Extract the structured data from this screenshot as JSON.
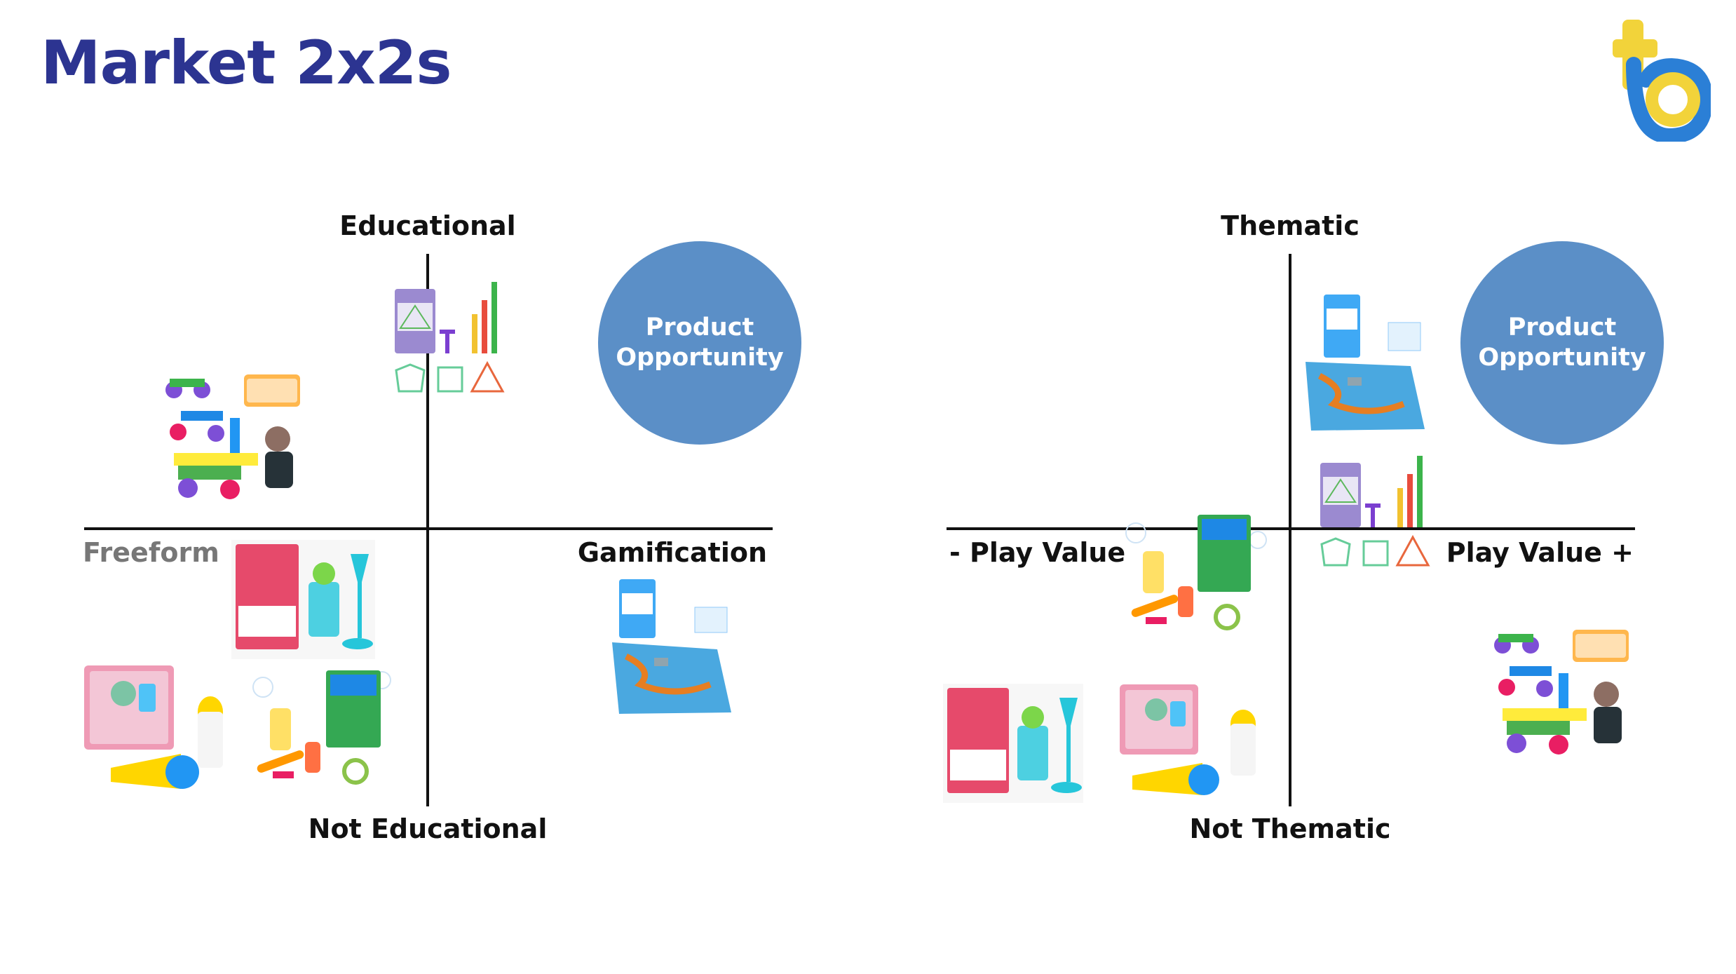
{
  "slide": {
    "title": "Market 2x2s",
    "colors": {
      "title": "#2c3491",
      "bubble": "#5b8fc7",
      "axis": "#111111",
      "muted_label": "#777777"
    },
    "logo_icon": "tb-logo-icon"
  },
  "left_matrix": {
    "top_label": "Educational",
    "bottom_label": "Not Educational",
    "left_label": "Freeform",
    "right_label": "Gamification",
    "bubble": {
      "line1": "Product",
      "line2": "Opportunity"
    },
    "products": [
      "build-a-bubble-kit",
      "building-toy-set",
      "sensory-bubble-kit",
      "bubble-blaster-set",
      "water-works-game",
      "extreme-bubble-blower"
    ]
  },
  "right_matrix": {
    "top_label": "Thematic",
    "bottom_label": "Not Thematic",
    "left_label": "- Play Value",
    "right_label": "Play Value +",
    "bubble": {
      "line1": "Product",
      "line2": "Opportunity"
    },
    "products": [
      "water-works-game",
      "build-a-bubble-kit",
      "bubble-blaster-set",
      "sensory-bubble-kit",
      "extreme-bubble-blower",
      "building-toy-set"
    ]
  }
}
